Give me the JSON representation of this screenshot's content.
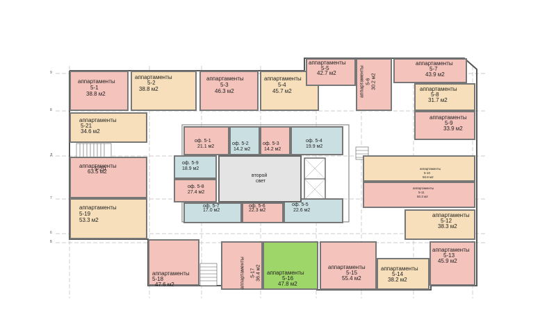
{
  "units": [
    {
      "id": "u5_1",
      "type": "аппартаменты",
      "number": "5-1",
      "area": "38.8 м2",
      "color": "pink"
    },
    {
      "id": "u5_2",
      "type": "аппартаменты",
      "number": "5-2",
      "area": "38.8 м2",
      "color": "beige"
    },
    {
      "id": "u5_3",
      "type": "аппартаменты",
      "number": "5-3",
      "area": "46.3 м2",
      "color": "pink"
    },
    {
      "id": "u5_4",
      "type": "аппартаменты",
      "number": "5-4",
      "area": "45.7 м2",
      "color": "beige"
    },
    {
      "id": "u5_5",
      "type": "аппартаменты",
      "number": "5-5",
      "area": "42.7 м2",
      "color": "pink"
    },
    {
      "id": "u5_6",
      "type": "аппартаменты",
      "number": "5-6",
      "area": "30.2 м2",
      "color": "pink"
    },
    {
      "id": "u5_7",
      "type": "аппартаменты",
      "number": "5-7",
      "area": "43.9 м2",
      "color": "pink"
    },
    {
      "id": "u5_8",
      "type": "аппартаменты",
      "number": "5-8",
      "area": "31.7 м2",
      "color": "beige"
    },
    {
      "id": "u5_9",
      "type": "аппартаменты",
      "number": "5-9",
      "area": "33.9 м2",
      "color": "pink"
    },
    {
      "id": "u5_10",
      "type": "аппартаменты",
      "number": "5-10",
      "area": "50.8 м2",
      "color": "beige"
    },
    {
      "id": "u5_11",
      "type": "аппартаменты",
      "number": "5-11",
      "area": "50.3 м2",
      "color": "pink"
    },
    {
      "id": "u5_12",
      "type": "аппартаменты",
      "number": "5-12",
      "area": "38.3 м2",
      "color": "beige"
    },
    {
      "id": "u5_13",
      "type": "аппартаменты",
      "number": "5-13",
      "area": "45.9 м2",
      "color": "pink"
    },
    {
      "id": "u5_14",
      "type": "аппартаменты",
      "number": "5-14",
      "area": "38.2 м2",
      "color": "beige"
    },
    {
      "id": "u5_15",
      "type": "аппартаменты",
      "number": "5-15",
      "area": "55.4 м2",
      "color": "pink"
    },
    {
      "id": "u5_16",
      "type": "аппартаменты",
      "number": "5-16",
      "area": "47.8 м2",
      "color": "green"
    },
    {
      "id": "u5_17",
      "type": "аппартаменты",
      "number": "5-17",
      "area": "36.4 м2",
      "color": "pink"
    },
    {
      "id": "u5_18",
      "type": "аппартаменты",
      "number": "5-18",
      "area": "47.6 м2",
      "color": "pink"
    },
    {
      "id": "u5_19",
      "type": "аппартаменты",
      "number": "5-19",
      "area": "53.3 м2",
      "color": "beige"
    },
    {
      "id": "u5_20",
      "type": "аппартаменты",
      "number": "5-20",
      "area": "63.5 м2",
      "color": "pink"
    },
    {
      "id": "u5_21",
      "type": "аппартаменты",
      "number": "5-21",
      "area": "34.6 м2",
      "color": "beige"
    }
  ],
  "offices": [
    {
      "id": "o5_1",
      "name": "оф. 5-1",
      "area": "21.1 м2",
      "color": "pink"
    },
    {
      "id": "o5_2",
      "name": "оф. 5-2",
      "area": "14.2 м2",
      "color": "blue"
    },
    {
      "id": "o5_3",
      "name": "оф. 5-3",
      "area": "14.2 м2",
      "color": "pink"
    },
    {
      "id": "o5_4",
      "name": "оф. 5-4",
      "area": "19.9 м2",
      "color": "blue"
    },
    {
      "id": "o5_5",
      "name": "оф. 5-5",
      "area": "22.6 м2",
      "color": "pink"
    },
    {
      "id": "o5_6",
      "name": "оф. 5-6",
      "area": "22.3 м2",
      "color": "blue"
    },
    {
      "id": "o5_7",
      "name": "оф. 5-7",
      "area": "17.0 м2",
      "color": "blue"
    },
    {
      "id": "o5_8",
      "name": "оф. 5-8",
      "area": "27.4 м2",
      "color": "pink"
    },
    {
      "id": "o5_9",
      "name": "оф. 5-9",
      "area": "18.9 м2",
      "color": "blue"
    }
  ],
  "atrium": {
    "line1": "второй",
    "line2": "свет"
  },
  "axes": {
    "rows": [
      "9",
      "8",
      "Д",
      "7",
      "6",
      "Б"
    ]
  }
}
